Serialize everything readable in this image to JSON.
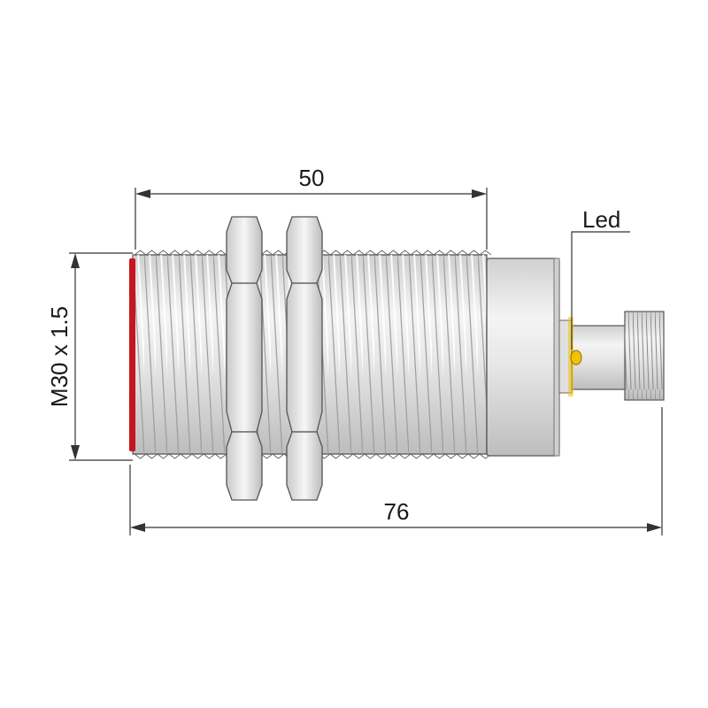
{
  "dimensions": {
    "length_body": "50",
    "length_total": "76",
    "thread": "M30 x 1.5"
  },
  "labels": {
    "led": "Led"
  },
  "colors": {
    "sensing_face": "#c8141e",
    "led": "#f2c200",
    "metal_light": "#f2f2f2",
    "metal_mid": "#cfcfcf",
    "metal_dark": "#8a8a8a",
    "line": "#333333"
  }
}
